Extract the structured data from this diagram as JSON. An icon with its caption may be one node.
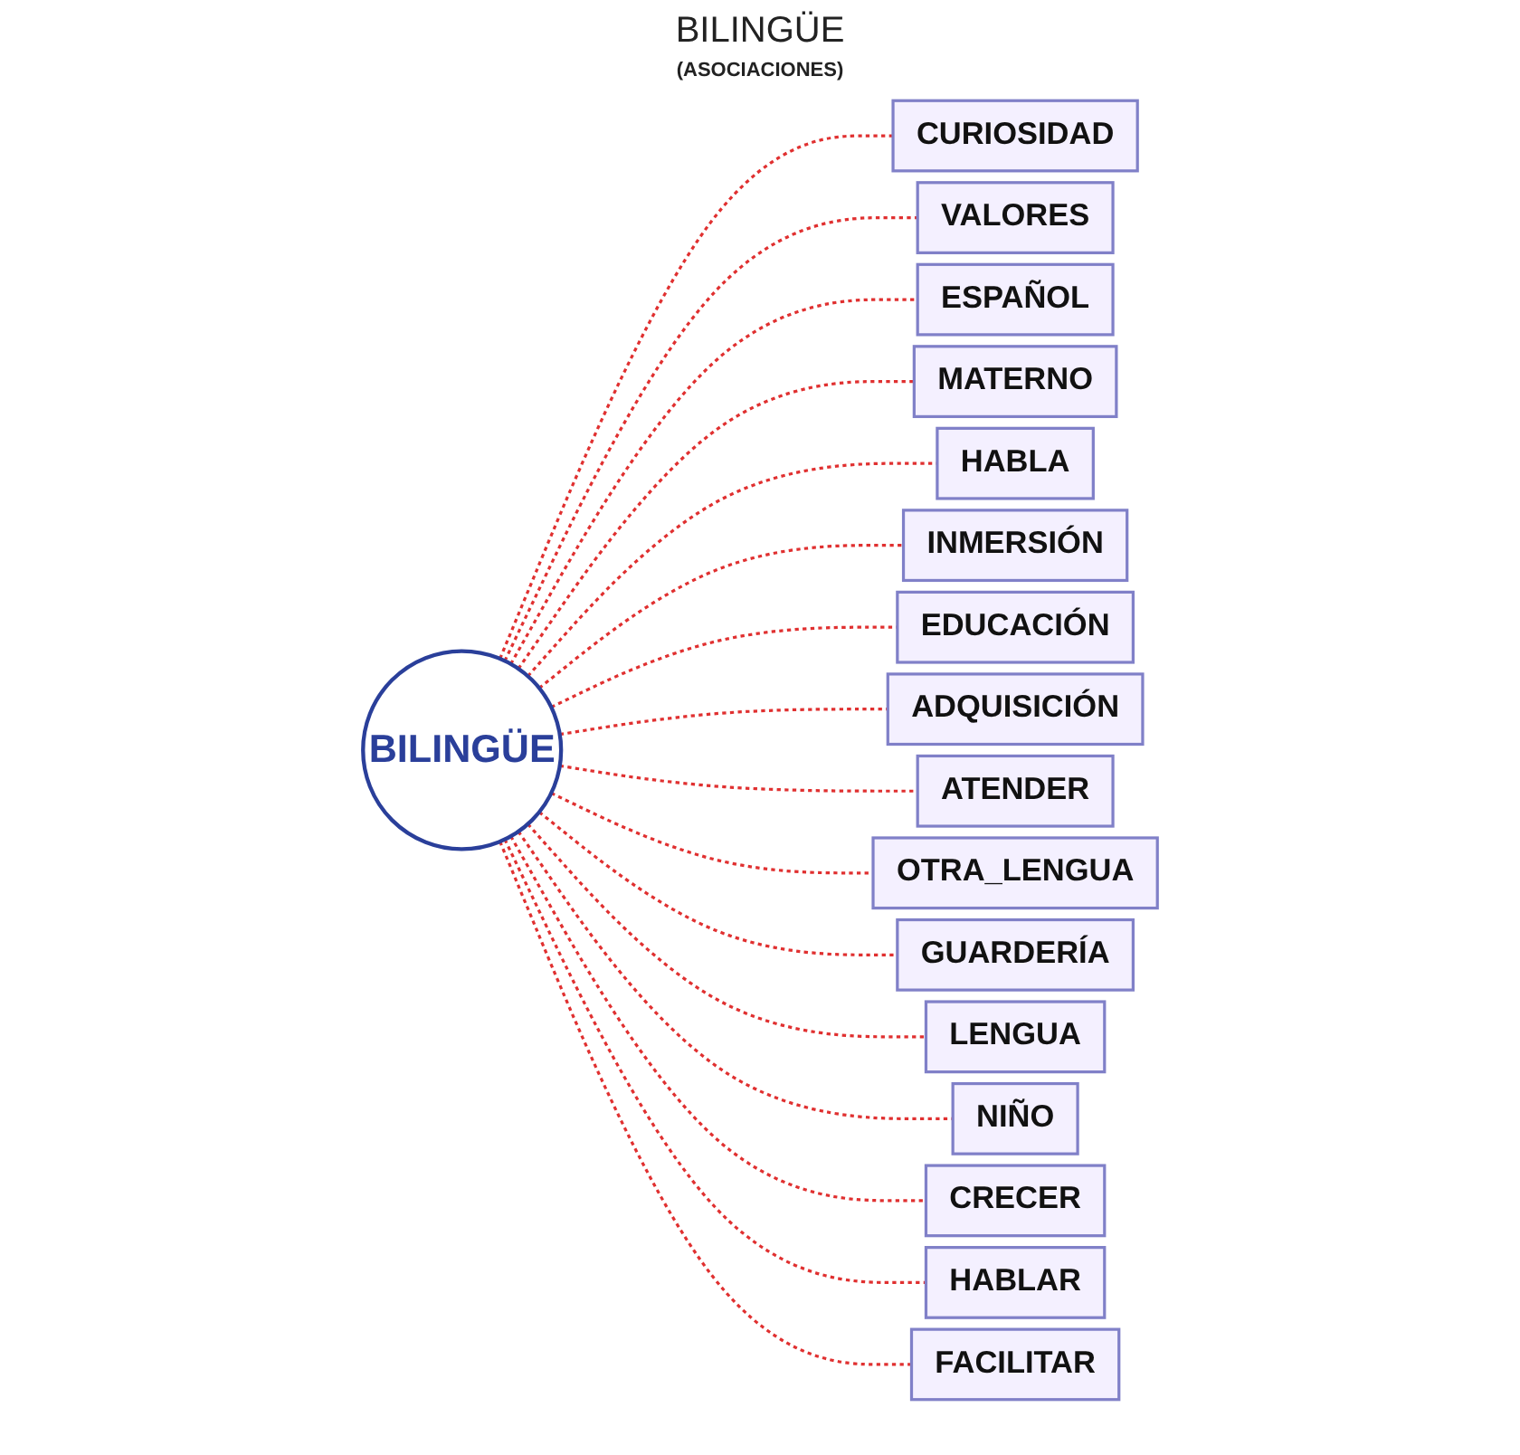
{
  "diagram": {
    "title": "BILINGÜE",
    "nodes": [
      {
        "text": [
          "CURIOSIDAD"
        ]
      },
      {
        "text": [
          "VALORES"
        ]
      },
      {
        "text": [
          "ESPAÑOL"
        ]
      },
      {
        "text": [
          "MATERNO"
        ]
      },
      {
        "text": [
          "HABLA"
        ]
      },
      {
        "text": [
          "INMERSIÓN"
        ]
      },
      {
        "text": [
          "EDUCACIÓN"
        ]
      },
      {
        "text": [
          "BILINGÜE"
        ]
      },
      {
        "text": [
          "ADQUISICIÓN"
        ]
      },
      {
        "text": [
          "ATENDER"
        ]
      },
      {
        "text": [
          "OTRA_LENGUA"
        ]
      },
      {
        "text": [
          "GUARDERÍA"
        ]
      },
      {
        "text": [
          "LENGUA"
        ]
      },
      {
        "text": [
          "NIÑO"
        ]
      },
      {
        "text": [
          "CRECER"
        ]
      },
      {
        "text": [
          "HABLAR"
        ]
      },
      {
        "text": [
          "FACILITAR"
        ]
      }
    ],
    "edges": [
      {
        "from": 7,
        "to": 0,
        "arrow": "none",
        "style": "dashed"
      },
      {
        "from": 7,
        "to": 1,
        "arrow": "none",
        "style": "dashed"
      },
      {
        "from": 7,
        "to": 2,
        "arrow": "none",
        "style": "dashed"
      },
      {
        "from": 7,
        "to": 3,
        "arrow": "none",
        "style": "dashed"
      },
      {
        "from": 7,
        "to": 4,
        "arrow": "none",
        "style": "dashed"
      },
      {
        "from": 7,
        "to": 5,
        "arrow": "none",
        "style": "dashed"
      },
      {
        "from": 7,
        "to": 6,
        "arrow": "none",
        "style": "dashed"
      },
      {
        "from": 7,
        "to": 8,
        "arrow": "none",
        "style": "dashed"
      },
      {
        "from": 7,
        "to": 9,
        "arrow": "none",
        "style": "dashed"
      },
      {
        "from": 7,
        "to": 10,
        "arrow": "none",
        "style": "dashed"
      },
      {
        "from": 7,
        "to": 11,
        "arrow": "none",
        "style": "dashed"
      },
      {
        "from": 7,
        "to": 12,
        "arrow": "none",
        "style": "dashed"
      },
      {
        "from": 7,
        "to": 13,
        "arrow": "none",
        "style": "dashed"
      },
      {
        "from": 7,
        "to": 14,
        "arrow": "none",
        "style": "dashed"
      },
      {
        "from": 7,
        "to": 15,
        "arrow": "none",
        "style": "dashed"
      },
      {
        "from": 7,
        "to": 16,
        "arrow": "none",
        "style": "dashed"
      }
    ],
    "labels": [
      "(ASOCIACIONES)"
    ]
  }
}
